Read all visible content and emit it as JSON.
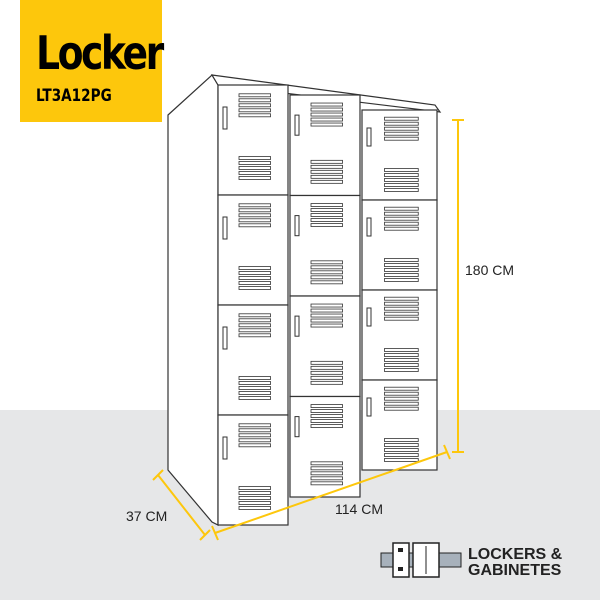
{
  "title": "Locker",
  "model": "LT3A12PG",
  "dimensions": {
    "height": "180 CM",
    "width": "114 CM",
    "depth": "37 CM"
  },
  "brand": {
    "line1": "LOCKERS &",
    "line2": "GABINETES"
  },
  "colors": {
    "accent": "#fdc70c",
    "floor": "#e6e7e8",
    "logo_bar": "#a7b1bb"
  },
  "locker": {
    "columns": 3,
    "doors_per_column": 4
  }
}
